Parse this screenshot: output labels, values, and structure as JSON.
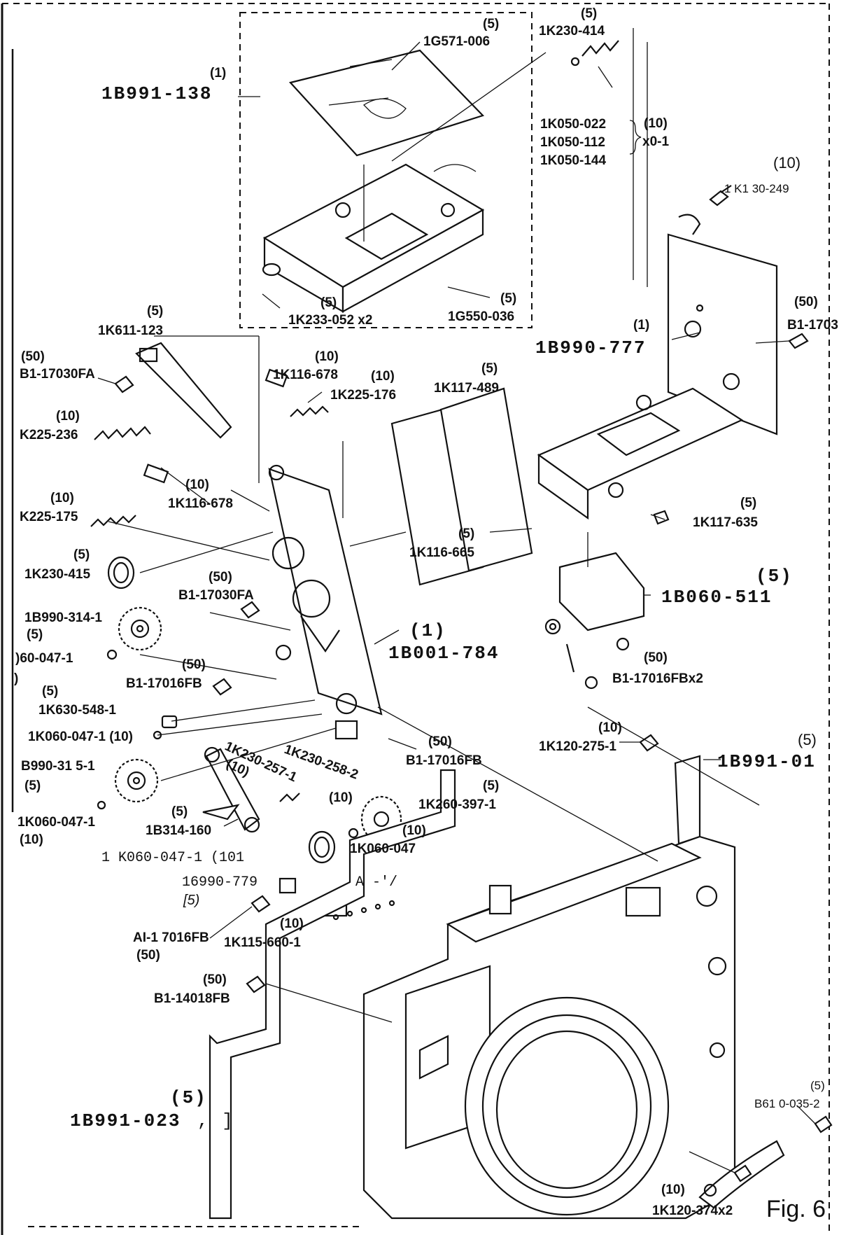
{
  "labels": {
    "p1b991_138_q": "(1)",
    "p1b991_138": "1B991-138",
    "p1g571_q": "(5)",
    "p1g571": "1G571-006",
    "p1k230_414_q": "(5)",
    "p1k230_414": "1K230-414",
    "p1k050_022": "1K050-022",
    "p1k050_112": "1K050-112",
    "p1k050_144": "1K050-144",
    "p1k050_q": "(10)",
    "p1k050_x": "x0-1",
    "pk130_q": "(10)",
    "pk130": "1 K1 30-249",
    "p1k233_q": "(5)",
    "p1k233": "1K233-052 x2",
    "p1g550_q": "(5)",
    "p1g550": "1G550-036",
    "p1b990_777_q": "(1)",
    "p1b990_777": "1B990-777",
    "pb117r_q": "(50)",
    "pb117r": "B1-1703",
    "p1k611_q": "(5)",
    "p1k611": "1K611-123",
    "pb1_fa_q": "(50)",
    "pb1_fa": "B1-17030FA",
    "p1k116_678a_q": "(10)",
    "p1k116_678a": "1K116-678",
    "p1k225_176_q": "(10)",
    "p1k225_176": "1K225-176",
    "p1k117_489_q": "(5)",
    "p1k117_489": "1K117-489",
    "pk225_236_q": "(10)",
    "pk225_236": "K225-236",
    "p1k116_678b_q": "(10)",
    "p1k116_678b": "1K116-678",
    "pk225_175_q": "(10)",
    "pk225_175": "K225-175",
    "p1k117_635_q": "(5)",
    "p1k117_635": "1K117-635",
    "p1k116_665_q": "(5)",
    "p1k116_665": "1K116-665",
    "p1k230_415_q": "(5)",
    "p1k230_415": "1K230-415",
    "pb1_fa2_q": "(50)",
    "pb1_fa2": "B1-17030FA",
    "p1b060_q": "(5)",
    "p1b060": "1B060-511",
    "p1b990_314": "1B990-314-1",
    "p1b990_314_q": "(5)",
    "p1b001_q": "(1)",
    "p1b001": "1B001-784",
    "p060_047": ")60-047-1",
    "p060_047_q": ")",
    "pb1_fb_q": "(50)",
    "pb1_fb": "B1-17016FB",
    "pb1_fbx2_q": "(50)",
    "pb1_fbx2": "B1-17016FBx2",
    "p1k630_q": "(5)",
    "p1k630": "1K630-548-1",
    "p1k060_047b": "1K060-047-1 (10)",
    "p1k120_275_q": "(10)",
    "p1k120_275": "1K120-275-1",
    "p1b991_01_q": "(5)",
    "p1b991_01": "1B991-01",
    "pb1_fb3_q": "(50)",
    "pb1_fb3": "B1-17016FB",
    "p1k230_257": "1K230-257-1",
    "p1k230_257_q": "(10)",
    "p1k230_258": "1K230-258-2",
    "p1k230_258_q": "(10)",
    "p1k260_q": "(5)",
    "p1k260": "1K260-397-1",
    "pb990_31": "B990-31 5-1",
    "pb990_31_q": "(5)",
    "p1b314_q": "(5)",
    "p1b314": "1B314-160",
    "p1k060_047c": "1K060-047-1",
    "p1k060_047c_q": "(10)",
    "p1k060_047r_q": "(10)",
    "p1k060_047r": "1K060-047",
    "pocr1": "1 K060-047-1 (101",
    "pocr2": "16990-779",
    "pocr2_q": "[5)",
    "pocr_a": "A -'/",
    "pai_q": "(50)",
    "pai": "AI-1 7016FB",
    "p1k115_q": "(10)",
    "p1k115": "1K115-660-1",
    "pb14_q": "(50)",
    "pb14": "B1-14018FB",
    "pb61_q": "(5)",
    "pb61": "B61 0-035-2",
    "p1b991_023_q": "(5)",
    "p1b991_023": "1B991-023",
    "p1b991_023_mark": ", ]",
    "p1k120_374_q": "(10)",
    "p1k120_374": "1K120-374x2",
    "fig": "Fig. 6"
  }
}
